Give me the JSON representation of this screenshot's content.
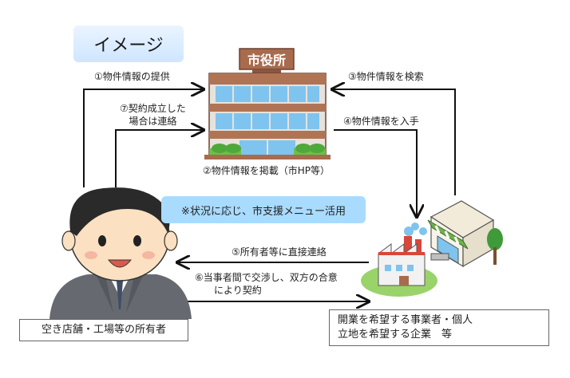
{
  "title": "イメージ",
  "city_hall_sign": "市役所",
  "steps": {
    "s1": "①物件情報の提供",
    "s2": "②物件情報を掲載（市HP等）",
    "s3": "③物件情報を検索",
    "s4": "④物件情報を入手",
    "s5": "⑤所有者等に直接連絡",
    "s6_line1": "⑥当事者間で交渉し、双方の合意",
    "s6_line2": "により契約",
    "s7_line1": "⑦契約成立した",
    "s7_line2": "場合は連絡"
  },
  "banner": "※状況に応じ、市支援メニュー活用",
  "owner_label": "空き店舗・工場等の所有者",
  "business_line1": "開業を希望する事業者・個人",
  "business_line2": "立地を希望する企業　等",
  "colors": {
    "banner": "#a9dbff",
    "building_brick": "#a86b4e",
    "building_glass": "#7fc4ee",
    "arrow": "#111111",
    "suit": "#666a70",
    "hair": "#2a2a2a",
    "skin": "#fbe0c2"
  },
  "icons": [
    "city-hall-building-icon",
    "owner-person-icon",
    "shop-icon",
    "factory-icon"
  ]
}
